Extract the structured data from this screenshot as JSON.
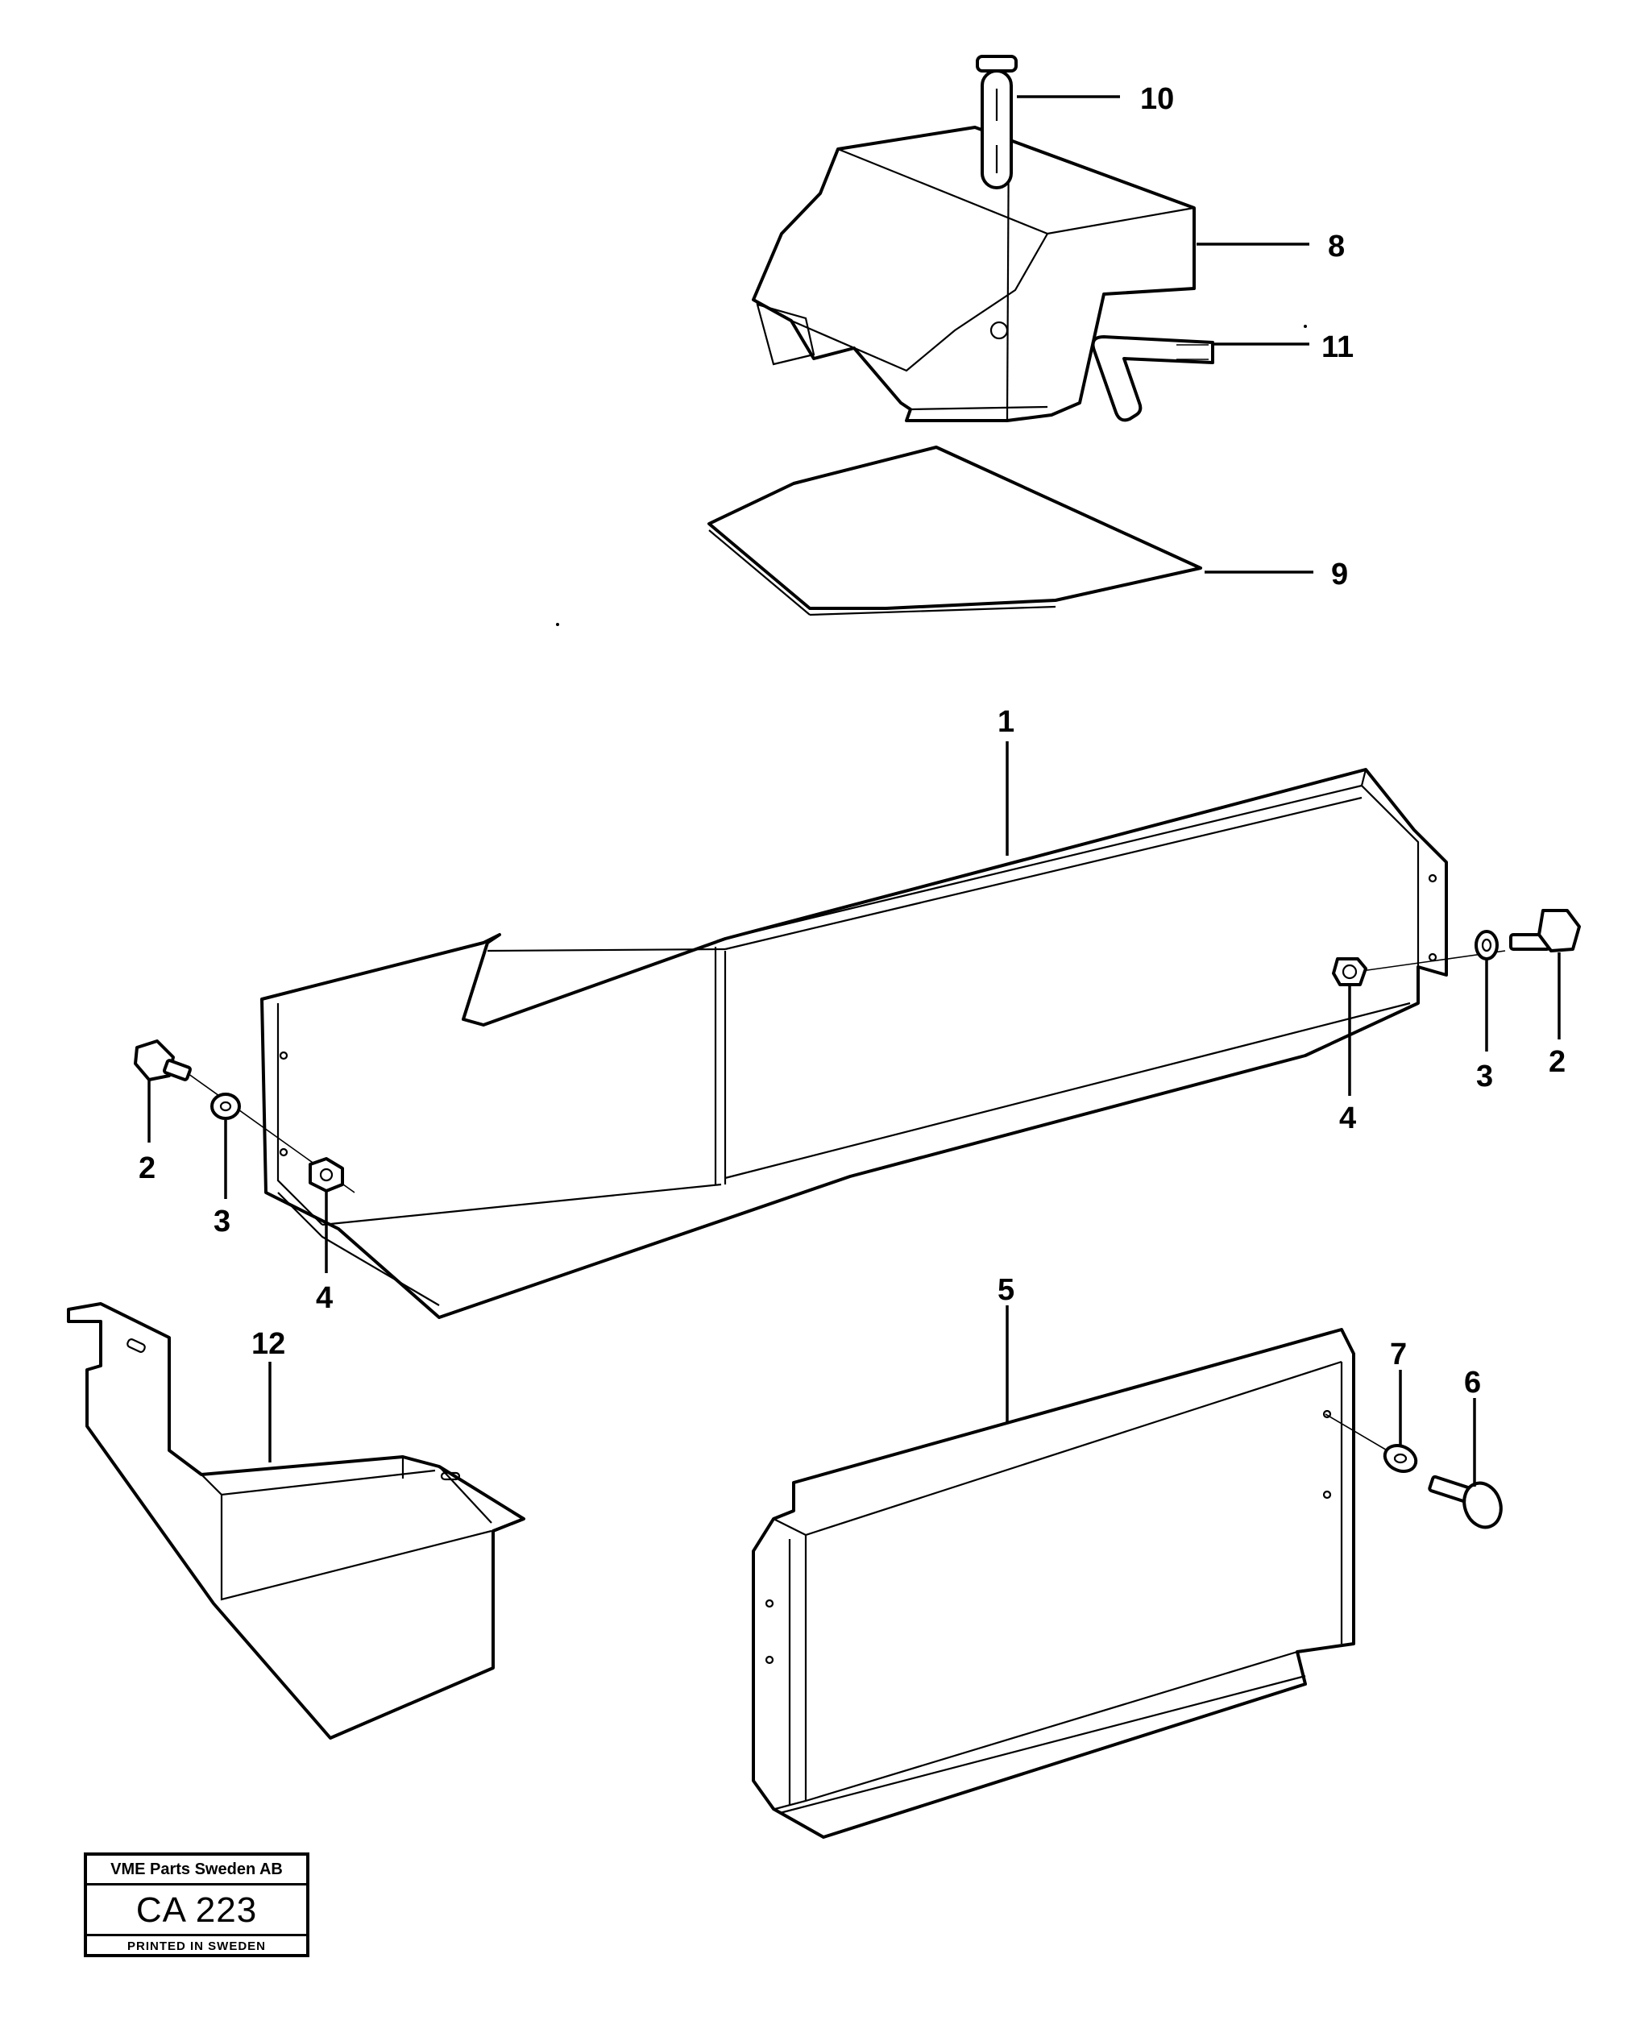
{
  "callouts": {
    "c1": "1",
    "c2_left": "2",
    "c2_right": "2",
    "c3_left": "3",
    "c3_right": "3",
    "c4_left": "4",
    "c4_right": "4",
    "c5": "5",
    "c6": "6",
    "c7": "7",
    "c8": "8",
    "c9": "9",
    "c10": "10",
    "c11": "11",
    "c12": "12"
  },
  "title_block": {
    "company": "VME Parts Sweden AB",
    "code": "CA 223",
    "printed": "PRINTED IN SWEDEN"
  }
}
